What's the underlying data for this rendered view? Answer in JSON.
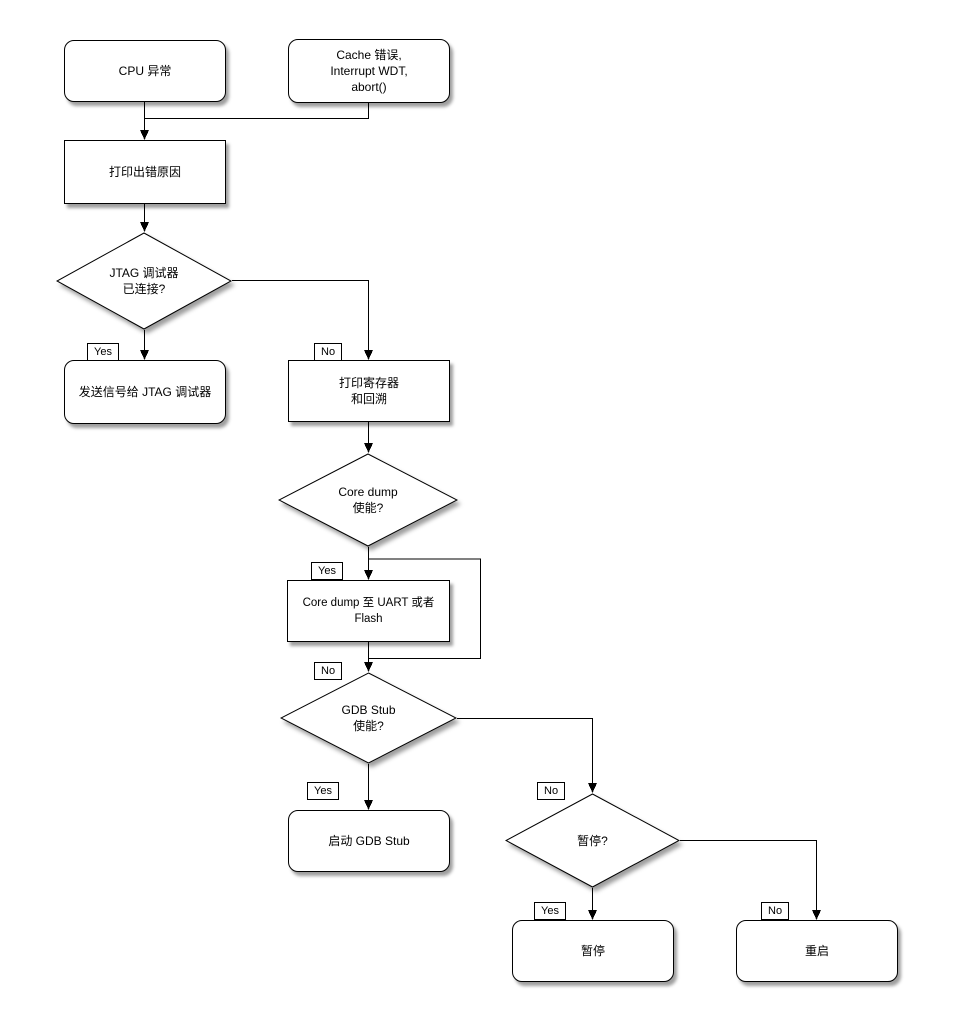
{
  "flowchart": {
    "background_color": "#ffffff",
    "stroke_color": "#000000",
    "node_fill_color": "#ffffff",
    "nodes": {
      "cpu_exception": {
        "label": "CPU 异常"
      },
      "cache_error": {
        "label": "Cache 错误,\nInterrupt WDT,\nabort()"
      },
      "print_cause": {
        "label": "打印出错原因"
      },
      "jtag_connected": {
        "label": "JTAG 调试器\n已连接?"
      },
      "send_signal": {
        "label": "发送信号给 JTAG 调试器"
      },
      "print_registers": {
        "label": "打印寄存器\n和回溯"
      },
      "coredump_enabled": {
        "label": "Core dump\n使能?"
      },
      "coredump_dest": {
        "label": "Core dump 至 UART 或者 Flash"
      },
      "gdbstub_enabled": {
        "label": "GDB Stub\n使能?"
      },
      "start_gdbstub": {
        "label": "启动 GDB Stub"
      },
      "halt_question": {
        "label": "暂停?"
      },
      "halt": {
        "label": "暂停"
      },
      "reboot": {
        "label": "重启"
      }
    },
    "edge_labels": {
      "jtag_yes": "Yes",
      "jtag_no": "No",
      "coredump_yes": "Yes",
      "coredump_no": "No",
      "gdbstub_yes": "Yes",
      "gdbstub_no": "No",
      "halt_yes": "Yes",
      "halt_no": "No"
    }
  }
}
